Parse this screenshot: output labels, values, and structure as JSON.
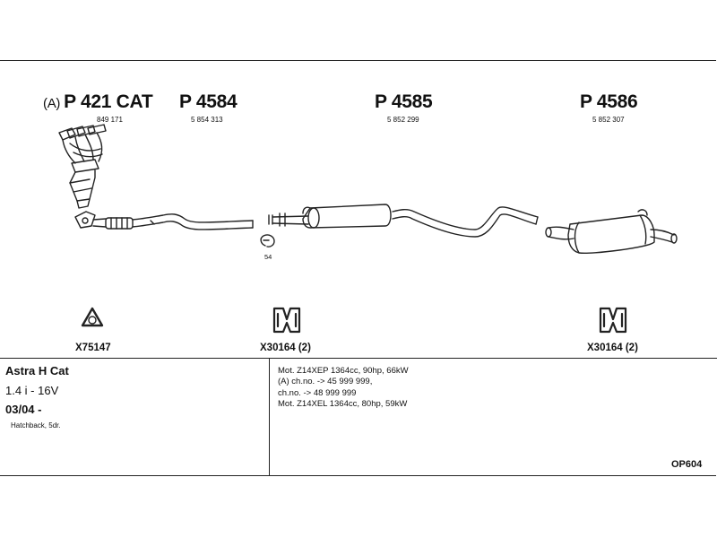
{
  "parts": [
    {
      "prefix": "(A)",
      "number": "P 421 CAT",
      "oe": "849 171"
    },
    {
      "number": "P 4584",
      "oe": "5 854 313"
    },
    {
      "number": "P 4585",
      "oe": "5 852 299"
    },
    {
      "number": "P 4586",
      "oe": "5 852 307"
    }
  ],
  "fittings": {
    "gasket": "X75147",
    "mount_left": "X30164 (2)",
    "mount_right": "X30164 (2)",
    "clamp": "54"
  },
  "vehicle": {
    "model": "Astra H Cat",
    "engine": "1.4 i - 16V",
    "date": "03/04 -",
    "body": "Hatchback, 5dr."
  },
  "notes": [
    "Mot. Z14XEP 1364cc, 90hp, 66kW",
    "(A) ch.no. -> 45 999 999,",
    "ch.no. -> 48 999 999",
    "Mot. Z14XEL 1364cc, 80hp, 59kW"
  ],
  "catalog_code": "OP604"
}
